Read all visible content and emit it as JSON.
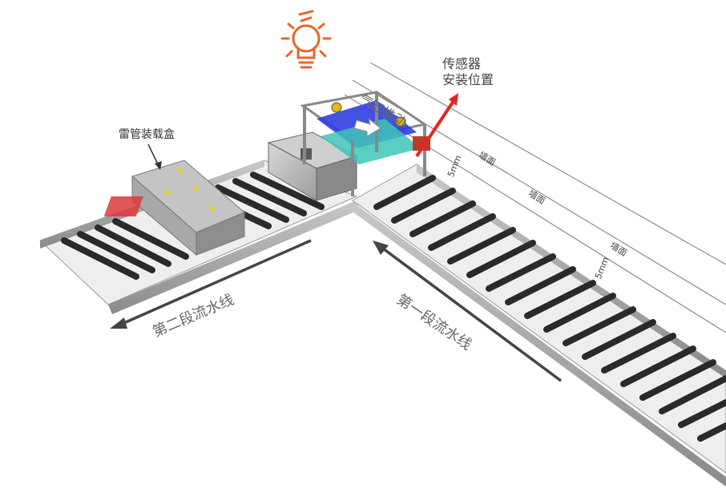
{
  "labels": {
    "sensor_line1": "传感器",
    "sensor_line2": "安装位置",
    "cylinder": "气缸推动",
    "detonator_box": "雷管装载盒",
    "wall_1": "墙面",
    "wall_2": "墙面",
    "wall_3": "墙面",
    "gap_1": "5mm",
    "gap_2": "5mm",
    "line_one": "第一段流水线",
    "line_two": "第二段流水线"
  },
  "icons": {
    "sensor_bulb": "lightbulb-icon"
  },
  "colors": {
    "bulb_orange": "#e8642a",
    "sensor_arrow_red": "#e8241e",
    "pusher_blue": "#2f3fe0",
    "pusher_teal": "#3ec6b8",
    "frame_gray": "#9a9a9a",
    "roller_dark": "#2a2a2a"
  }
}
